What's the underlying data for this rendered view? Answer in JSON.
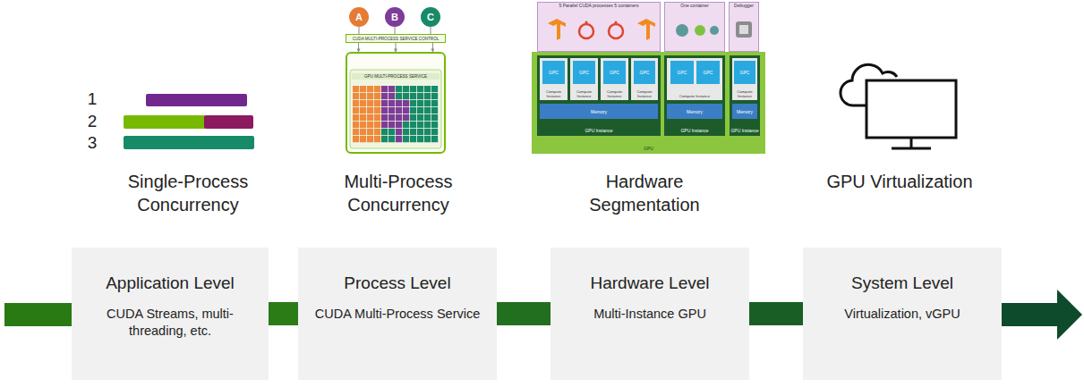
{
  "diagram": {
    "nodes": [
      {
        "text": [
          "A"
        ]
      },
      {
        "text": [
          "B"
        ]
      },
      {
        "text": [
          "C"
        ]
      },
      {
        "text": [
          "CUDA MULTI-PROCESS SERVICE CONTROL"
        ]
      },
      {
        "text": [
          "GPU MULTI-PROCESS SERVICE"
        ]
      },
      {
        "text": [
          "5 Parallel CUDA processes 5 containers"
        ]
      },
      {
        "text": [
          "One container"
        ]
      },
      {
        "text": [
          "Debugger"
        ]
      },
      {
        "text": [
          "GPU"
        ]
      },
      {
        "text": [
          "GPU Instance"
        ],
        "in": 8
      },
      {
        "text": [
          "Compute Instance"
        ],
        "in": 9
      },
      {
        "text": [
          "GPC"
        ],
        "in": 10
      },
      {
        "text": [
          "Compute Instance"
        ],
        "in": 9
      },
      {
        "text": [
          "GPC"
        ],
        "in": 12
      },
      {
        "text": [
          "Compute Instance"
        ],
        "in": 9
      },
      {
        "text": [
          "GPC"
        ],
        "in": 14
      },
      {
        "text": [
          "Compute Instance"
        ],
        "in": 9
      },
      {
        "text": [
          "GPC"
        ],
        "in": 16
      },
      {
        "text": [
          "Memory"
        ],
        "in": 9
      },
      {
        "text": [
          "GPU Instance"
        ],
        "in": 8
      },
      {
        "text": [
          "Compute Instance"
        ],
        "in": 19
      },
      {
        "text": [
          "GPC"
        ],
        "in": 20
      },
      {
        "text": [
          "GPC"
        ],
        "in": 20
      },
      {
        "text": [
          "Memory"
        ],
        "in": 19
      },
      {
        "text": [
          "GPU Instance"
        ],
        "in": 8
      },
      {
        "text": [
          "Compute Instance"
        ],
        "in": 24
      },
      {
        "text": [
          "GPC"
        ],
        "in": 25
      },
      {
        "text": [
          "Memory"
        ],
        "in": 24
      },
      {
        "text": [
          "Application Level",
          "CUDA Streams, multi-threading, etc."
        ]
      },
      {
        "text": [
          "Process Level",
          "CUDA Multi-Process Service"
        ]
      },
      {
        "text": [
          "Hardware Level",
          "Multi-Instance GPU"
        ]
      },
      {
        "text": [
          "System Level",
          "Virtualization, vGPU"
        ]
      }
    ],
    "edges": [
      {
        "from": 0,
        "to": 3,
        "arrow": "none"
      },
      {
        "from": 1,
        "to": 3,
        "arrow": "none"
      },
      {
        "from": 2,
        "to": 3,
        "arrow": "none"
      },
      {
        "from": 3,
        "to": 4,
        "arrow": "to"
      },
      {
        "from": 3,
        "to": 4,
        "arrow": "to"
      },
      {
        "from": 3,
        "to": 4,
        "arrow": "to"
      },
      {
        "from": 28,
        "to": 29,
        "arrow": "none"
      },
      {
        "from": 29,
        "to": 30,
        "arrow": "none"
      },
      {
        "from": 30,
        "to": 31,
        "arrow": "none"
      }
    ],
    "labels": [
      "1",
      "2",
      "3",
      "Single-Process Concurrency",
      "Multi-Process Concurrency",
      "Hardware Segmentation",
      "GPU Virtualization"
    ]
  }
}
